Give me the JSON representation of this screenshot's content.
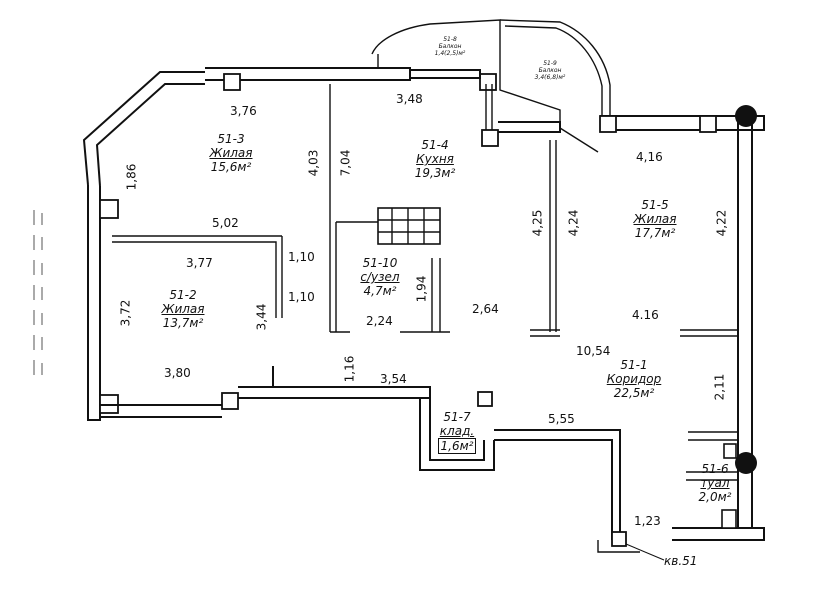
{
  "rooms": [
    {
      "id": "51-3",
      "type": "Жилая",
      "area": "15,6м²"
    },
    {
      "id": "51-4",
      "type": "Кухня",
      "area": "19,3м²"
    },
    {
      "id": "51-5",
      "type": "Жилая",
      "area": "17,7м²"
    },
    {
      "id": "51-2",
      "type": "Жилая",
      "area": "13,7м²"
    },
    {
      "id": "51-10",
      "type": "с/узел",
      "area": "4,7м²"
    },
    {
      "id": "51-1",
      "type": "Коридор",
      "area": "22,5м²"
    },
    {
      "id": "51-7",
      "type": "клад.",
      "area": "1,6м²"
    },
    {
      "id": "51-6",
      "type": "туал",
      "area": "2,0м²"
    }
  ],
  "balconies": [
    {
      "id": "51-8",
      "type": "Балкон",
      "area": "1,4(2,5)м²"
    },
    {
      "id": "51-9",
      "type": "Балкон",
      "area": "3,4(6,8)м²"
    }
  ],
  "dimensions": {
    "d376": "3,76",
    "d348": "3,48",
    "d416a": "4,16",
    "d186": "1,86",
    "d403": "4,03",
    "d704": "7,04",
    "d425": "4,25",
    "d424": "4,24",
    "d422": "4,22",
    "d502": "5,02",
    "d377": "3,77",
    "d110a": "1,10",
    "d110b": "1,10",
    "d372": "3,72",
    "d344": "3,44",
    "d194": "1,94",
    "d224": "2,24",
    "d264": "2,64",
    "d416b": "4.16",
    "d1054": "10,54",
    "d380": "3,80",
    "d116": "1,16",
    "d354": "3,54",
    "d555": "5,55",
    "d211": "2,11",
    "d123": "1,23"
  },
  "apartment_label": "кв.51"
}
